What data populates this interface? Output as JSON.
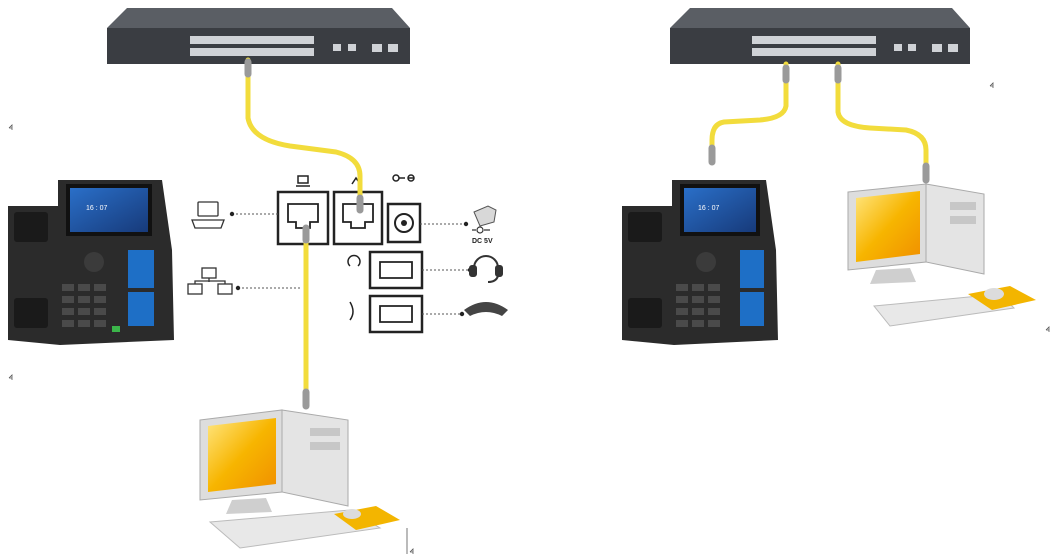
{
  "left_setup": {
    "phone": {
      "screen_time": "16 : 07"
    },
    "port_labels": {
      "power": "DC 5V"
    }
  },
  "right_setup": {
    "phone": {
      "screen_time": "16 : 07"
    }
  },
  "colors": {
    "cable": "#f2dc3c",
    "switch_body": "#3a3d42",
    "phone_body": "#2b2b2b",
    "monitor_screen": "#f7b500"
  }
}
